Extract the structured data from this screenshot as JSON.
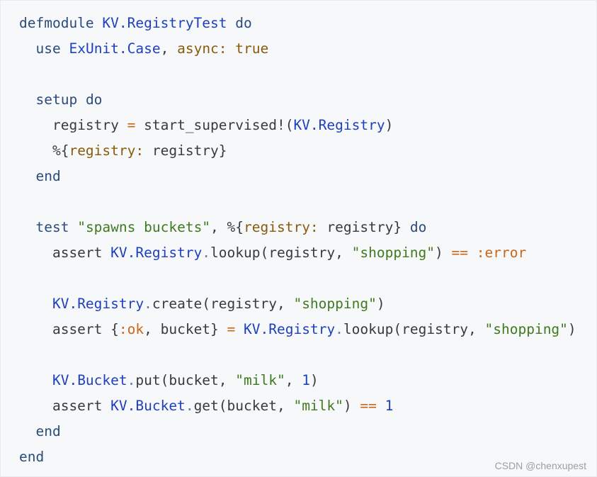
{
  "code": {
    "language": "elixir",
    "lines": [
      [
        {
          "t": "defmodule",
          "c": "kw"
        },
        {
          "t": " "
        },
        {
          "t": "KV.RegistryTest",
          "c": "mod"
        },
        {
          "t": " "
        },
        {
          "t": "do",
          "c": "kw"
        }
      ],
      [
        {
          "t": "  "
        },
        {
          "t": "use",
          "c": "kw"
        },
        {
          "t": " "
        },
        {
          "t": "ExUnit.Case",
          "c": "mod"
        },
        {
          "t": ", "
        },
        {
          "t": "async:",
          "c": "key"
        },
        {
          "t": " "
        },
        {
          "t": "true",
          "c": "key"
        }
      ],
      [],
      [
        {
          "t": "  "
        },
        {
          "t": "setup",
          "c": "kw"
        },
        {
          "t": " "
        },
        {
          "t": "do",
          "c": "kw"
        }
      ],
      [
        {
          "t": "    registry "
        },
        {
          "t": "=",
          "c": "op"
        },
        {
          "t": " start_supervised!("
        },
        {
          "t": "KV.Registry",
          "c": "mod"
        },
        {
          "t": ")"
        }
      ],
      [
        {
          "t": "    %{"
        },
        {
          "t": "registry:",
          "c": "key"
        },
        {
          "t": " registry}"
        }
      ],
      [
        {
          "t": "  "
        },
        {
          "t": "end",
          "c": "kw"
        }
      ],
      [],
      [
        {
          "t": "  "
        },
        {
          "t": "test",
          "c": "kw"
        },
        {
          "t": " "
        },
        {
          "t": "\"spawns buckets\"",
          "c": "str"
        },
        {
          "t": ", %{"
        },
        {
          "t": "registry:",
          "c": "key"
        },
        {
          "t": " registry} "
        },
        {
          "t": "do",
          "c": "kw"
        }
      ],
      [
        {
          "t": "    assert "
        },
        {
          "t": "KV.Registry",
          "c": "mod"
        },
        {
          "t": ".",
          "c": "dot"
        },
        {
          "t": "lookup(registry, "
        },
        {
          "t": "\"shopping\"",
          "c": "str"
        },
        {
          "t": ") "
        },
        {
          "t": "==",
          "c": "op"
        },
        {
          "t": " "
        },
        {
          "t": ":error",
          "c": "atom"
        }
      ],
      [],
      [
        {
          "t": "    "
        },
        {
          "t": "KV.Registry",
          "c": "mod"
        },
        {
          "t": ".",
          "c": "dot"
        },
        {
          "t": "create(registry, "
        },
        {
          "t": "\"shopping\"",
          "c": "str"
        },
        {
          "t": ")"
        }
      ],
      [
        {
          "t": "    assert {"
        },
        {
          "t": ":ok",
          "c": "atom"
        },
        {
          "t": ", bucket} "
        },
        {
          "t": "=",
          "c": "op"
        },
        {
          "t": " "
        },
        {
          "t": "KV.Registry",
          "c": "mod"
        },
        {
          "t": ".",
          "c": "dot"
        },
        {
          "t": "lookup(registry, "
        },
        {
          "t": "\"shopping\"",
          "c": "str"
        },
        {
          "t": ")"
        }
      ],
      [],
      [
        {
          "t": "    "
        },
        {
          "t": "KV.Bucket",
          "c": "mod"
        },
        {
          "t": ".",
          "c": "dot"
        },
        {
          "t": "put(bucket, "
        },
        {
          "t": "\"milk\"",
          "c": "str"
        },
        {
          "t": ", "
        },
        {
          "t": "1",
          "c": "num"
        },
        {
          "t": ")"
        }
      ],
      [
        {
          "t": "    assert "
        },
        {
          "t": "KV.Bucket",
          "c": "mod"
        },
        {
          "t": ".",
          "c": "dot"
        },
        {
          "t": "get(bucket, "
        },
        {
          "t": "\"milk\"",
          "c": "str"
        },
        {
          "t": ") "
        },
        {
          "t": "==",
          "c": "op"
        },
        {
          "t": " "
        },
        {
          "t": "1",
          "c": "num"
        }
      ],
      [
        {
          "t": "  "
        },
        {
          "t": "end",
          "c": "kw"
        }
      ],
      [
        {
          "t": "end",
          "c": "kw"
        }
      ]
    ]
  },
  "watermark": "CSDN @chenxupest"
}
